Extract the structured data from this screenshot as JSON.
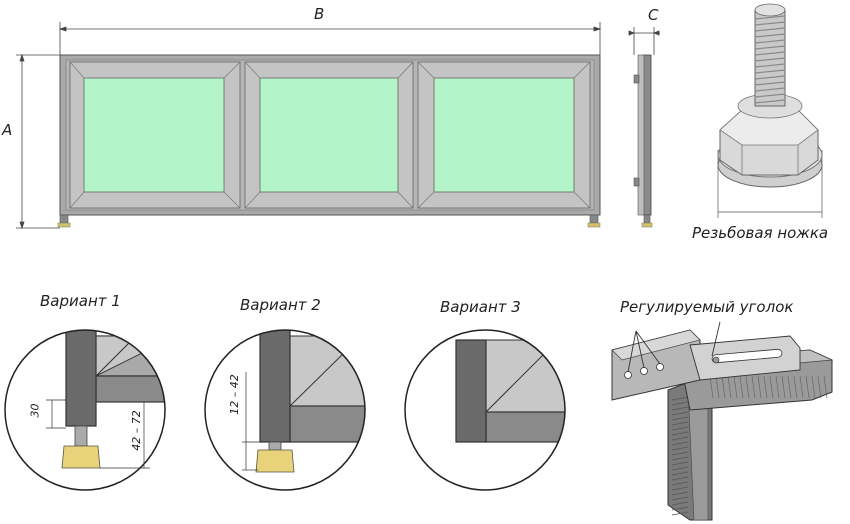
{
  "dimensions": {
    "width_label": "B",
    "height_label": "A",
    "depth_label": "C"
  },
  "captions": {
    "threaded_foot": "Резьбовая ножка",
    "variant_1": "Вариант 1",
    "variant_2": "Вариант 2",
    "variant_3": "Вариант 3",
    "adjustable_corner": "Регулируемый уголок"
  },
  "variant_1_dims": {
    "foot_offset": "30",
    "adjust_range": "42 – 72"
  },
  "variant_2_dims": {
    "adjust_range": "12 – 42"
  },
  "colors": {
    "frame": "#a9a9a9",
    "frame_dark": "#7a7a7a",
    "glass": "#b3f5c8",
    "profile_dark": "#6a6a6a",
    "profile_light": "#c8c8c8",
    "foot_gold": "#e8d27a"
  }
}
